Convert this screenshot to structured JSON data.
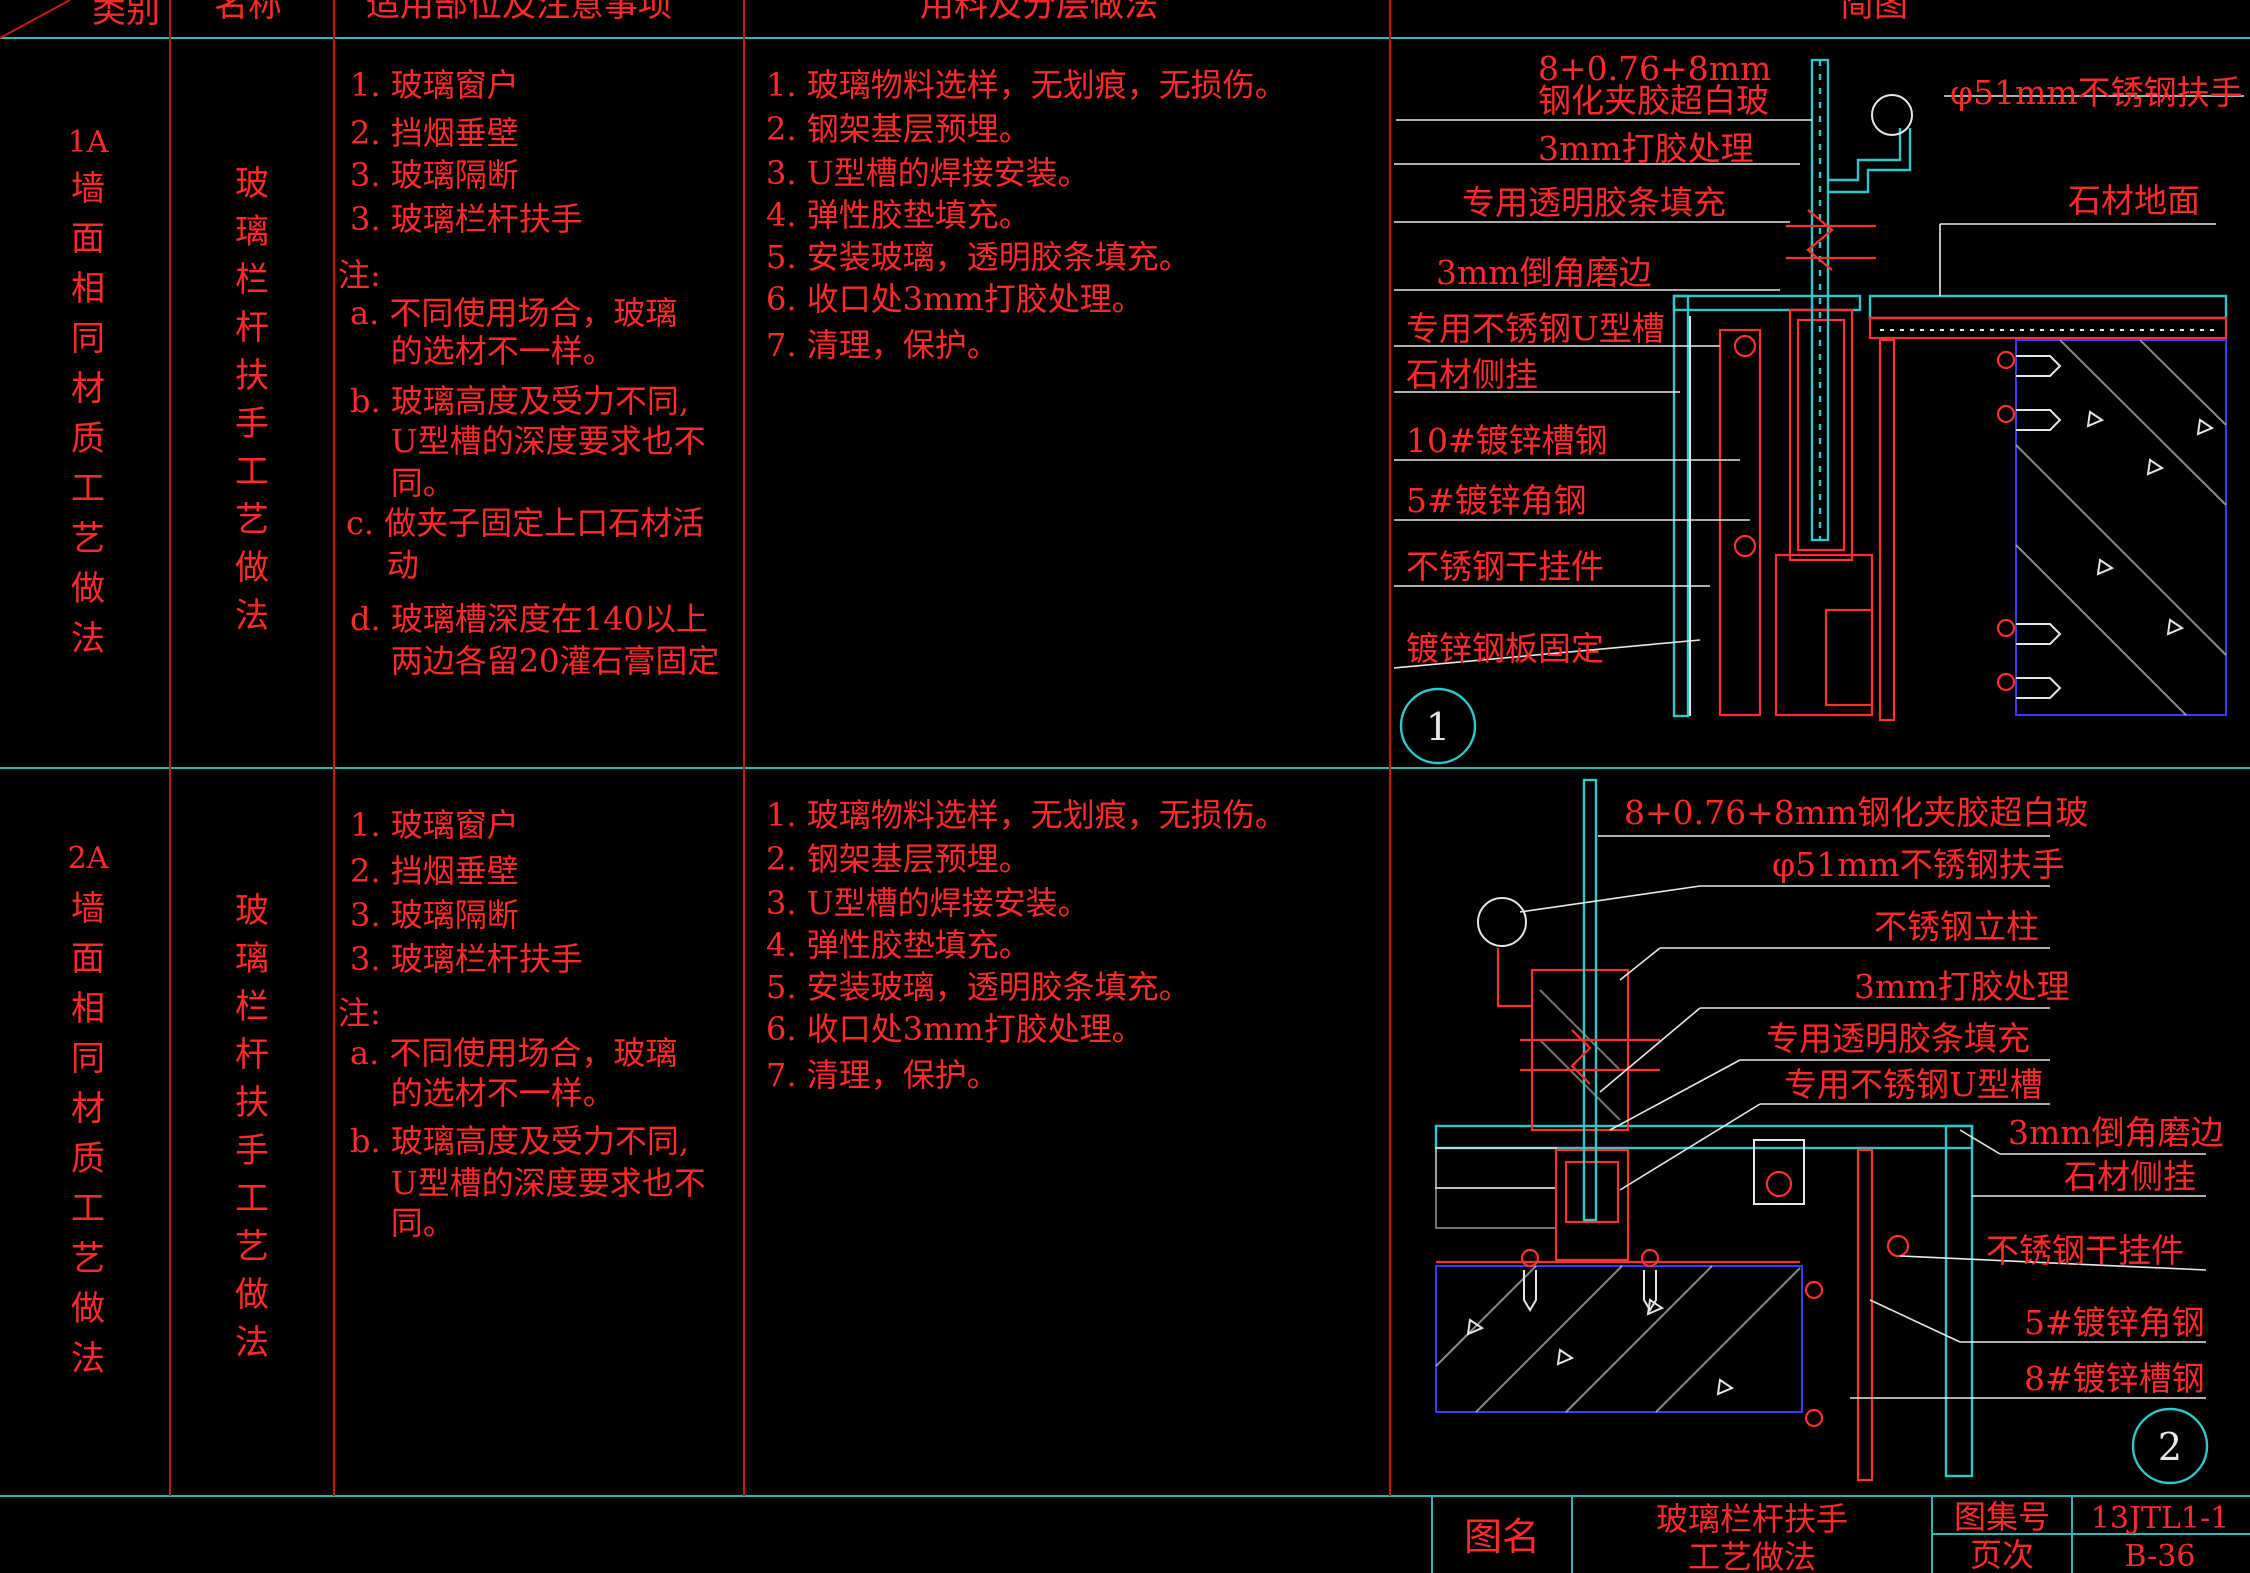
{
  "header": {
    "category": "类别",
    "name": "名称",
    "applicable": "适用部位及注意事项",
    "materials": "用料及分层做法",
    "sketch": "简图"
  },
  "rows": [
    {
      "category_label": [
        "1A",
        "墙",
        "面",
        "相",
        "同",
        "材",
        "质",
        "工",
        "艺",
        "做",
        "法"
      ],
      "name_label": [
        "玻",
        "璃",
        "栏",
        "杆",
        "扶",
        "手",
        "工",
        "艺",
        "做",
        "法"
      ],
      "applicable_lines": [
        "1. 玻璃窗户",
        "2. 挡烟垂壁",
        "3. 玻璃隔断",
        "3. 玻璃栏杆扶手",
        "注:",
        "a. 不同使用场合，玻璃",
        "    的选材不一样。",
        "b. 玻璃高度及受力不同,",
        "    U型槽的深度要求也不",
        "    同。",
        "c. 做夹子固定上口石材活",
        "    动",
        "d. 玻璃槽深度在140以上",
        "    两边各留20灌石膏固定"
      ],
      "material_lines": [
        "1. 玻璃物料选样，无划痕，无损伤。",
        "2. 钢架基层预埋。",
        "3. U型槽的焊接安装。",
        "4. 弹性胶垫填充。",
        "5. 安装玻璃，透明胶条填充。",
        "6. 收口处3mm打胶处理。",
        "7. 清理，保护。"
      ],
      "sketch": {
        "number": "1",
        "labels": {
          "glass_a": "8+0.76+8mm",
          "glass_b": "钢化夹胶超白玻",
          "handrail": "φ51mm不锈钢扶手",
          "sealant": "3mm打胶处理",
          "strip": "专用透明胶条填充",
          "floor": "石材地面",
          "chamfer": "3mm倒角磨边",
          "u_channel": "专用不锈钢U型槽",
          "side_stone": "石材侧挂",
          "channel_steel": "10#镀锌槽钢",
          "angle_steel": "5#镀锌角钢",
          "hanger": "不锈钢干挂件",
          "plate": "镀锌钢板固定"
        }
      }
    },
    {
      "category_label": [
        "2A",
        "墙",
        "面",
        "相",
        "同",
        "材",
        "质",
        "工",
        "艺",
        "做",
        "法"
      ],
      "name_label": [
        "玻",
        "璃",
        "栏",
        "杆",
        "扶",
        "手",
        "工",
        "艺",
        "做",
        "法"
      ],
      "applicable_lines": [
        "1. 玻璃窗户",
        "2. 挡烟垂壁",
        "3. 玻璃隔断",
        "3. 玻璃栏杆扶手",
        "注:",
        "a. 不同使用场合，玻璃",
        "    的选材不一样。",
        "b. 玻璃高度及受力不同,",
        "    U型槽的深度要求也不",
        "    同。"
      ],
      "material_lines": [
        "1. 玻璃物料选样，无划痕，无损伤。",
        "2. 钢架基层预埋。",
        "3. U型槽的焊接安装。",
        "4. 弹性胶垫填充。",
        "5. 安装玻璃，透明胶条填充。",
        "6. 收口处3mm打胶处理。",
        "7. 清理，保护。"
      ],
      "sketch": {
        "number": "2",
        "labels": {
          "glass": "8+0.76+8mm钢化夹胶超白玻",
          "handrail": "φ51mm不锈钢扶手",
          "post": "不锈钢立柱",
          "sealant": "3mm打胶处理",
          "strip": "专用透明胶条填充",
          "u_channel": "专用不锈钢U型槽",
          "chamfer": "3mm倒角磨边",
          "side_stone": "石材侧挂",
          "hanger": "不锈钢干挂件",
          "angle_steel": "5#镀锌角钢",
          "channel_steel": "8#镀锌槽钢"
        }
      }
    }
  ],
  "title_block": {
    "drawing_name_label": "图名",
    "drawing_name_1": "玻璃栏杆扶手",
    "drawing_name_2": "工艺做法",
    "atlas_label": "图集号",
    "atlas_value": "13JTL1-1",
    "page_label": "页次",
    "page_value": "B-36"
  },
  "colors": {
    "text": "#ff2a2a",
    "grid": "#2fb7b7",
    "background": "#000000"
  }
}
